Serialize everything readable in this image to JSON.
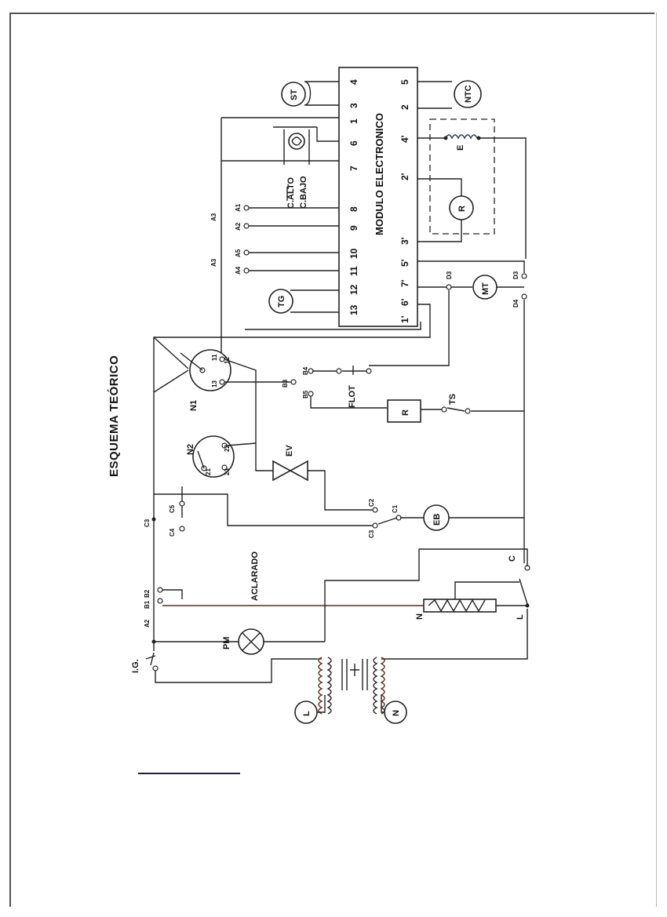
{
  "diagram": {
    "title": "ESQUEMA TEÓRICO",
    "module": {
      "label": "MODULO ELECTRONICO",
      "pins_left": [
        "4",
        "3",
        "1",
        "6",
        "7",
        "8",
        "9",
        "10",
        "11",
        "12",
        "13",
        "1'"
      ],
      "pins_right": [
        "5",
        "2",
        "4'",
        "2'",
        "3'",
        "5'",
        "7'",
        "6'"
      ]
    },
    "components": {
      "st": "ST",
      "ntc": "NTC",
      "tg": "TG",
      "mt": "MT",
      "r_module": "R",
      "e_coil": "E",
      "r_flot": "R",
      "ts": "TS",
      "flot": "FLOT",
      "n1": "N1",
      "n2": "N2",
      "ev": "EV",
      "eb": "EB",
      "pm": "PM",
      "ig": "I.G.",
      "aclarado": "ACLARADO",
      "c_alto": "C.ALTO",
      "c_bajo": "C.BAJO",
      "l_source": "L",
      "n_source": "N",
      "heater_n": "N",
      "heater_l": "L",
      "switch_c": "C"
    },
    "terminals": {
      "a1": "A1",
      "a2": "A2",
      "a3_top": "A3",
      "a3_bot": "A3",
      "a4": "A4",
      "a5": "A5",
      "n1_11": "11",
      "n1_12": "12",
      "n1_13": "13",
      "n2_21": "21",
      "n2_22": "22",
      "n2_23": "23",
      "b1": "B1",
      "b2": "B2",
      "b3": "B3",
      "b4": "B4",
      "b5": "B5",
      "c1": "C1",
      "c2": "C2",
      "c3": "C3",
      "c4": "C4",
      "c5": "C5",
      "c3_left": "C3",
      "d3_top": "D3",
      "d3_mid": "D3",
      "d4": "D4",
      "a2_pm": "A2"
    }
  }
}
